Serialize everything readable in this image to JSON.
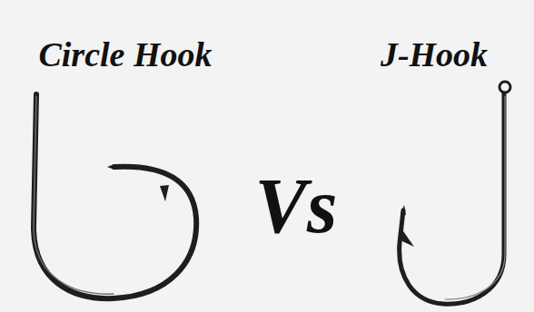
{
  "diagram": {
    "labels": [
      "Circle Hook",
      "J-Hook",
      "Vs"
    ]
  }
}
